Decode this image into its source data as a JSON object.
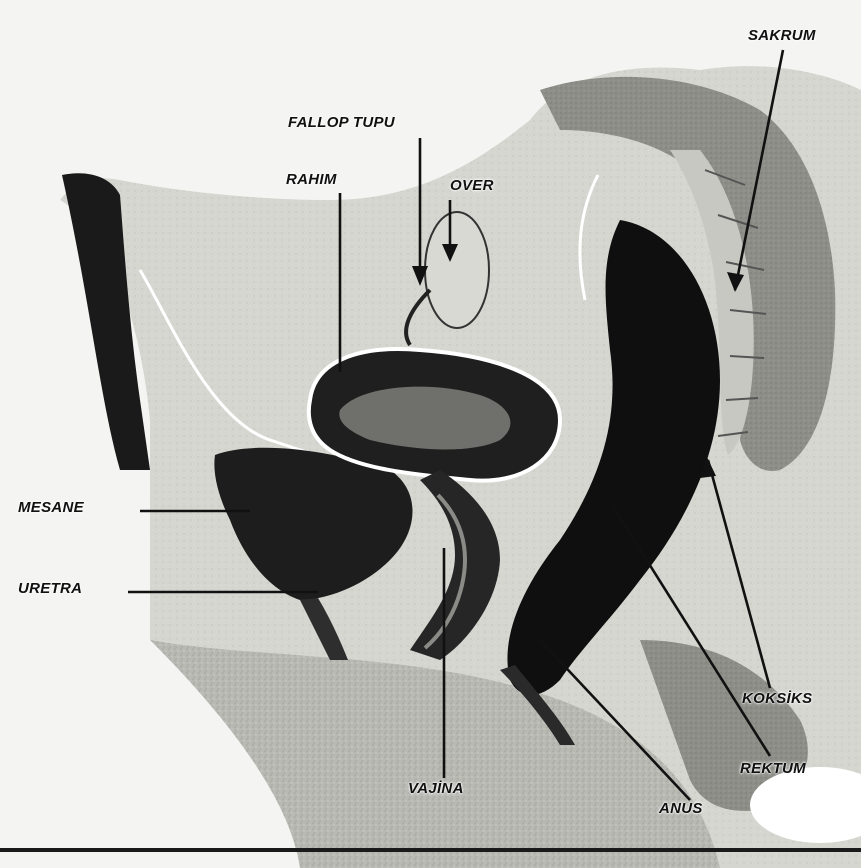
{
  "diagram": {
    "labels": {
      "sakrum": "SAKRUM",
      "fallop_tupu": "FALLOP TUPU",
      "rahim": "RAHIM",
      "over": "OVER",
      "mesane": "MESANE",
      "uretra": "URETRA",
      "koksiks": "KOKSİKS",
      "rektum": "REKTUM",
      "vajina": "VAJİNA",
      "anus": "ANUS"
    }
  },
  "colors": {
    "background": "#f4f4f2",
    "tissue_light": "#c9c9c5",
    "tissue_mid": "#9d9d98",
    "tissue_dark": "#2a2a2a",
    "cavity": "#0d0d0d",
    "leader_line": "#111111"
  }
}
